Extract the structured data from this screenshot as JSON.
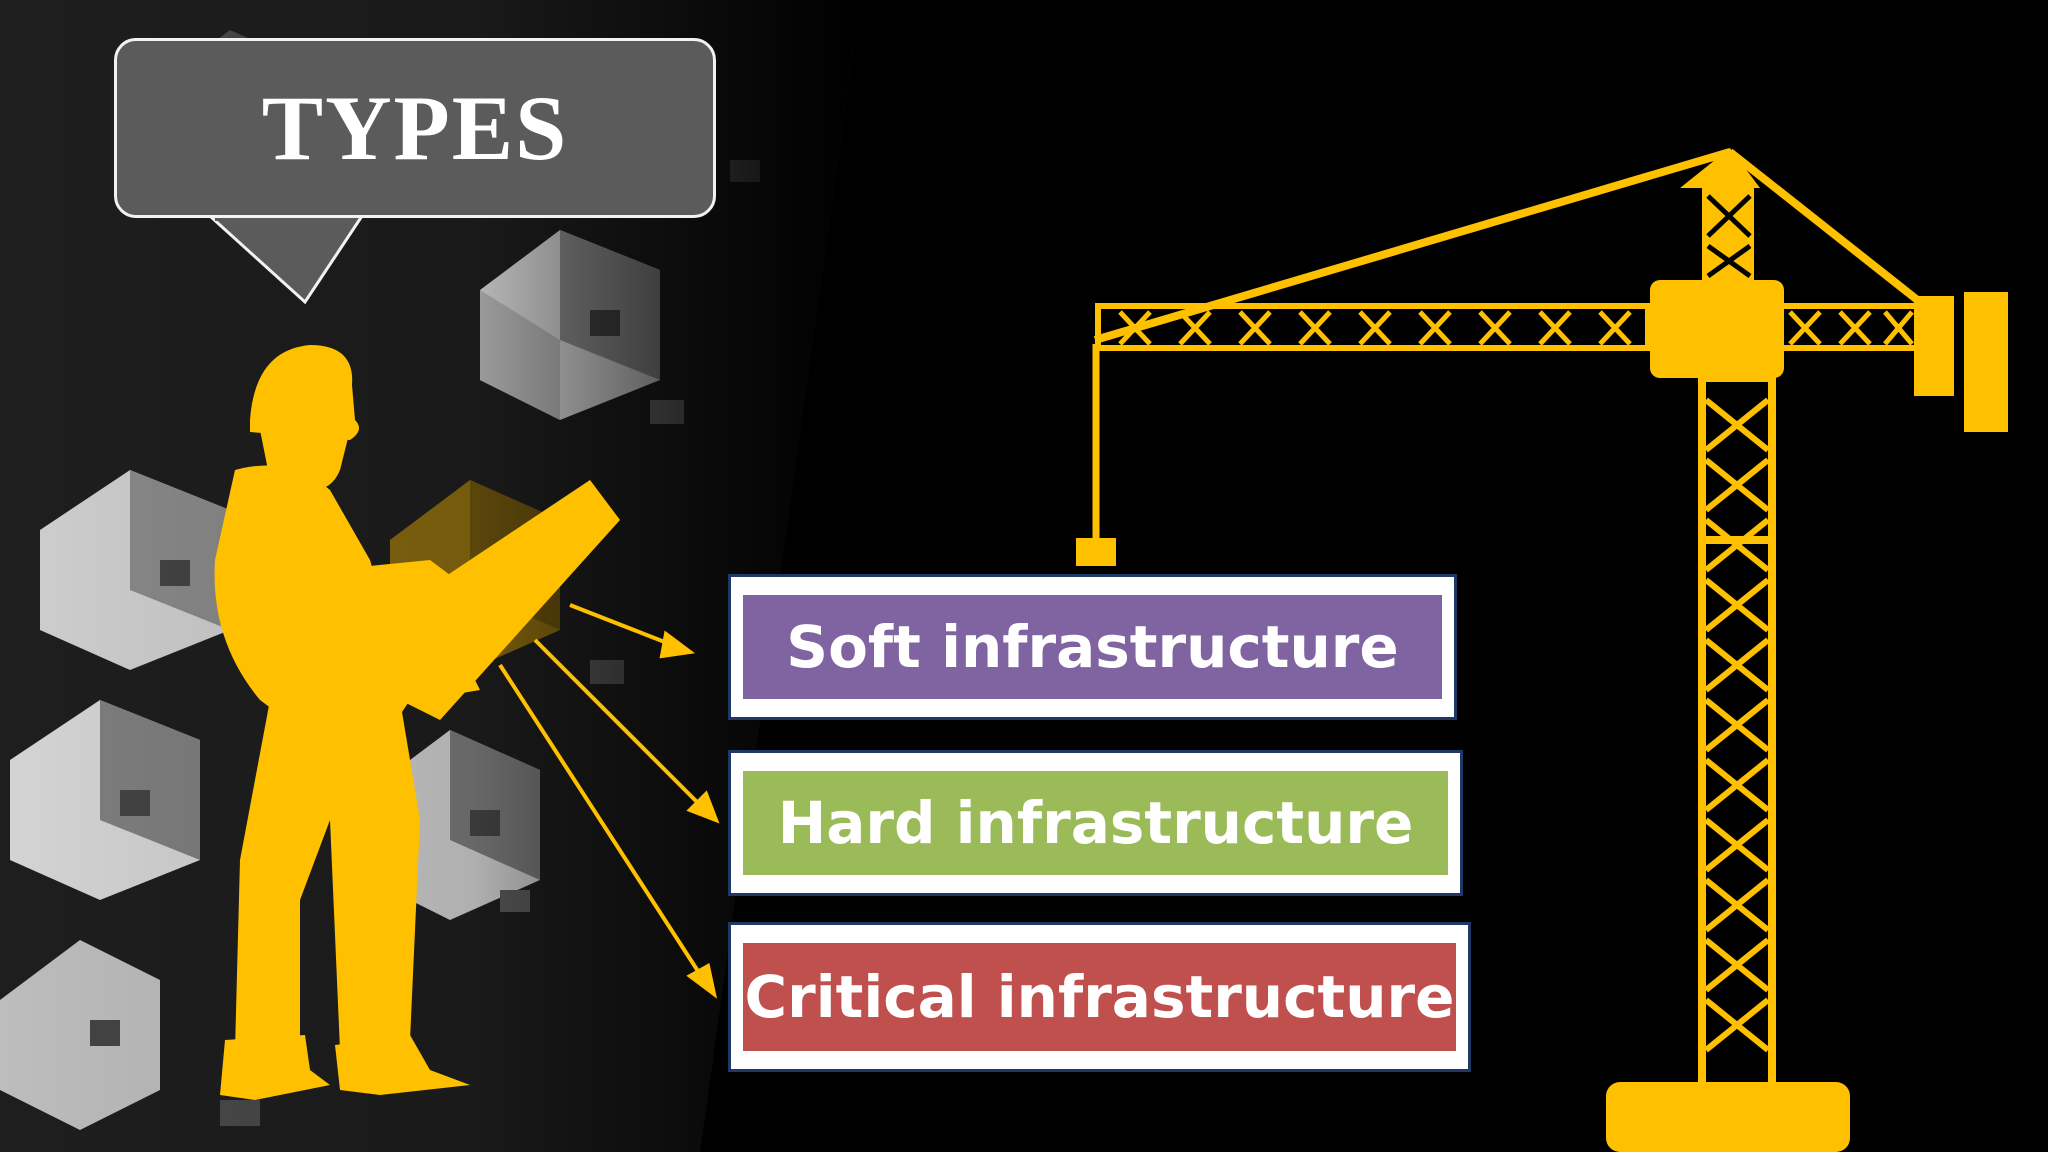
{
  "callout": {
    "title": "TYPES"
  },
  "boxes": [
    {
      "label": "Soft infrastructure",
      "color": "#8064a2"
    },
    {
      "label": "Hard infrastructure",
      "color": "#9bbb59"
    },
    {
      "label": "Critical infrastructure",
      "color": "#c0504d"
    }
  ],
  "colors": {
    "silhouette": "#ffc000",
    "background": "#000000",
    "callout_fill": "#5b5b5b",
    "box_border": "#1f3864"
  },
  "icons": [
    "worker-silhouette",
    "tower-crane",
    "house-icons"
  ]
}
